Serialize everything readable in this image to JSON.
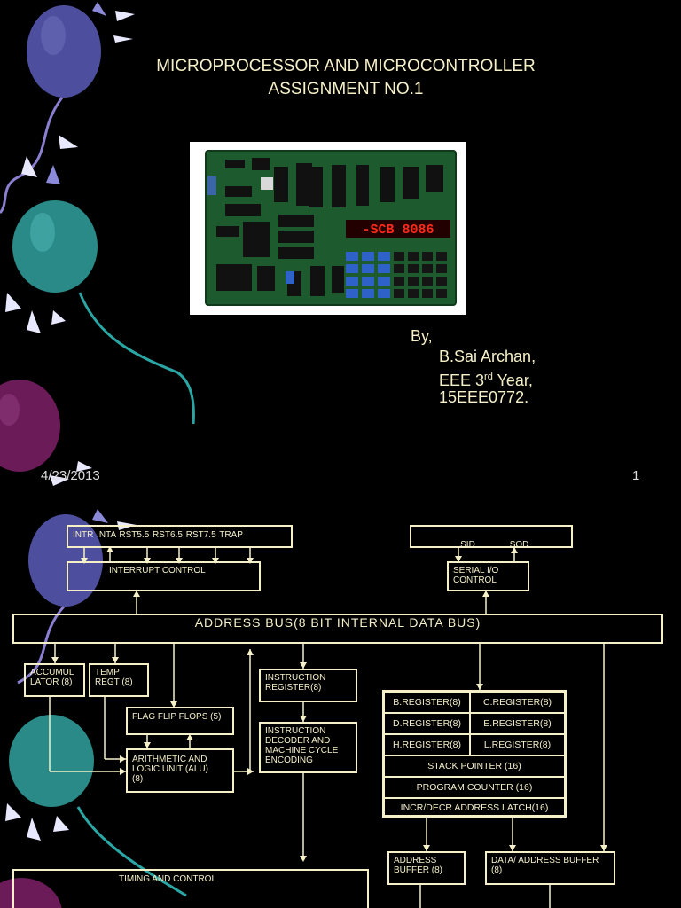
{
  "slide1": {
    "title_line1": "MICROPROCESSOR AND MICROCONTROLLER",
    "title_line2": "ASSIGNMENT NO.1",
    "board_display": "-SCB 8086",
    "author_by": "By,",
    "author_name": "B.Sai Archan,",
    "author_year_prefix": "EEE 3",
    "author_year_sup": "rd",
    "author_year_suffix": " Year,",
    "author_roll": "15EEE0772.",
    "date": "4/23/2013",
    "page_number": "1"
  },
  "slide2": {
    "interrupts": "INTR  INTA  RST5.5  RST6.5  RST7.5  TRAP",
    "interrupt_control": "INTERRUPT CONTROL",
    "serial_pins": "SID              SOD",
    "serial_io_line1": "SERIAL I/O",
    "serial_io_line2": "CONTROL",
    "address_bus": "ADDRESS BUS(8 BIT INTERNAL DATA BUS)",
    "accumulator_line1": "ACCUMUL",
    "accumulator_line2": "LATOR (8)",
    "temp_line1": "TEMP",
    "temp_line2": "REGT (8)",
    "flags": "FLAG FLIP FLOPS (5)",
    "alu_line1": "ARITHMETIC AND",
    "alu_line2": "LOGIC UNIT (ALU)",
    "alu_line3": "(8)",
    "ir_line1": "INSTRUCTION",
    "ir_line2": "REGISTER(8)",
    "decoder_line1": "INSTRUCTION",
    "decoder_line2": "DECODER AND",
    "decoder_line3": "MACHINE CYCLE",
    "decoder_line4": "ENCODING",
    "registers": [
      "B.REGISTER(8)",
      "C.REGISTER(8)",
      "D.REGISTER(8)",
      "E.REGISTER(8)",
      "H.REGISTER(8)",
      "L.REGISTER(8)"
    ],
    "stack_pointer": "STACK POINTER (16)",
    "program_counter": "PROGRAM COUNTER (16)",
    "incr_decr": "INCR/DECR ADDRESS LATCH(16)",
    "address_buffer_line1": "ADDRESS",
    "address_buffer_line2": "BUFFER (8)",
    "data_buffer_line1": "DATA/ ADDRESS BUFFER",
    "data_buffer_line2": "(8)",
    "timing_control": "TIMING AND CONTROL"
  },
  "colors": {
    "background": "#000000",
    "text": "#f6f0c8",
    "balloon_blue": "#4d4f9e",
    "balloon_teal": "#2a8a88",
    "balloon_purple": "#6a1b58"
  }
}
